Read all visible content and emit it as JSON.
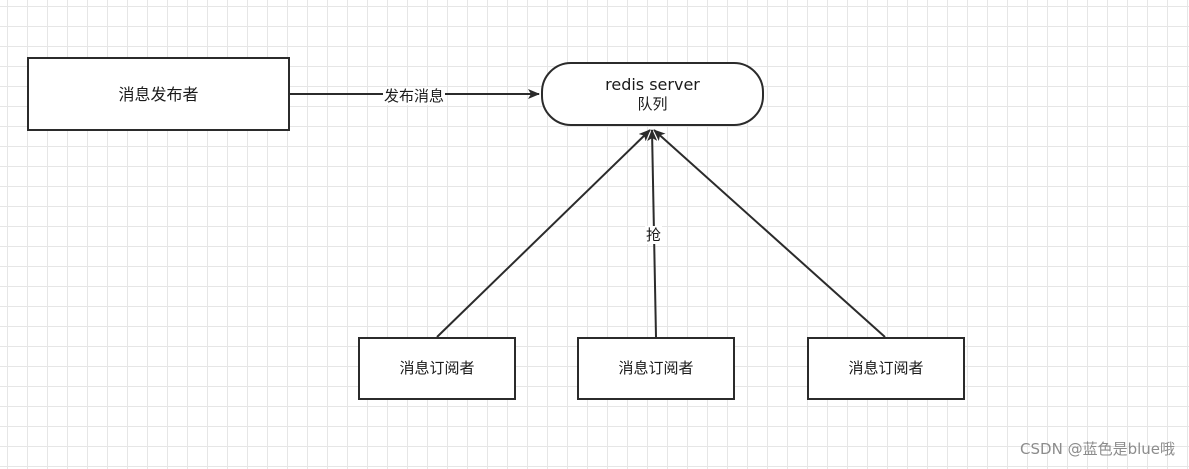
{
  "diagram": {
    "publisher_label": "消息发布者",
    "server": {
      "title": "redis server",
      "subtitle": "队列"
    },
    "subscribers": [
      {
        "label": "消息订阅者"
      },
      {
        "label": "消息订阅者"
      },
      {
        "label": "消息订阅者"
      }
    ],
    "edges": {
      "publish_label": "发布消息",
      "grab_label": "抢"
    }
  },
  "watermark": "CSDN @蓝色是blue哦"
}
